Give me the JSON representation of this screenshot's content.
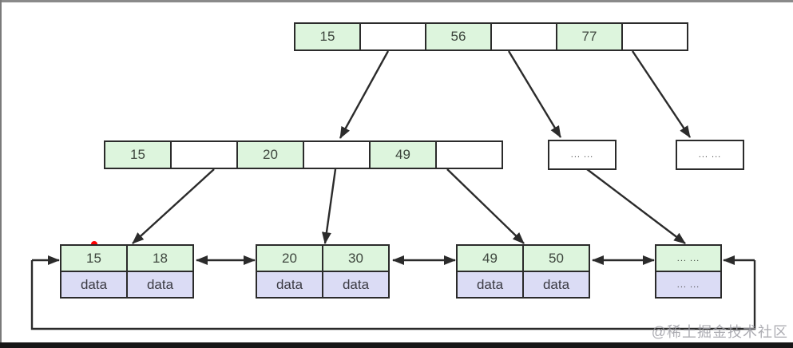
{
  "root_node": {
    "cells": [
      "15",
      "",
      "56",
      "",
      "77",
      ""
    ]
  },
  "internal_node": {
    "cells": [
      "15",
      "",
      "20",
      "",
      "49",
      ""
    ]
  },
  "internal_stub_nodes": [
    {
      "label": "... ..."
    },
    {
      "label": "... ..."
    }
  ],
  "leaf_nodes": [
    {
      "keys": [
        "15",
        "18"
      ],
      "data": [
        "data",
        "data"
      ]
    },
    {
      "keys": [
        "20",
        "30"
      ],
      "data": [
        "data",
        "data"
      ]
    },
    {
      "keys": [
        "49",
        "50"
      ],
      "data": [
        "data",
        "data"
      ]
    },
    {
      "keys": [
        "... ..."
      ],
      "data": [
        "... ..."
      ]
    }
  ],
  "watermark": "@稀土掘金技术社区",
  "colors": {
    "key_cell_background": "#ddf5dd",
    "data_cell_background": "#dbdcf5",
    "line": "#2b2b2b",
    "marker_dot": "#ff0000",
    "watermark_text": "#9e9ea4"
  }
}
